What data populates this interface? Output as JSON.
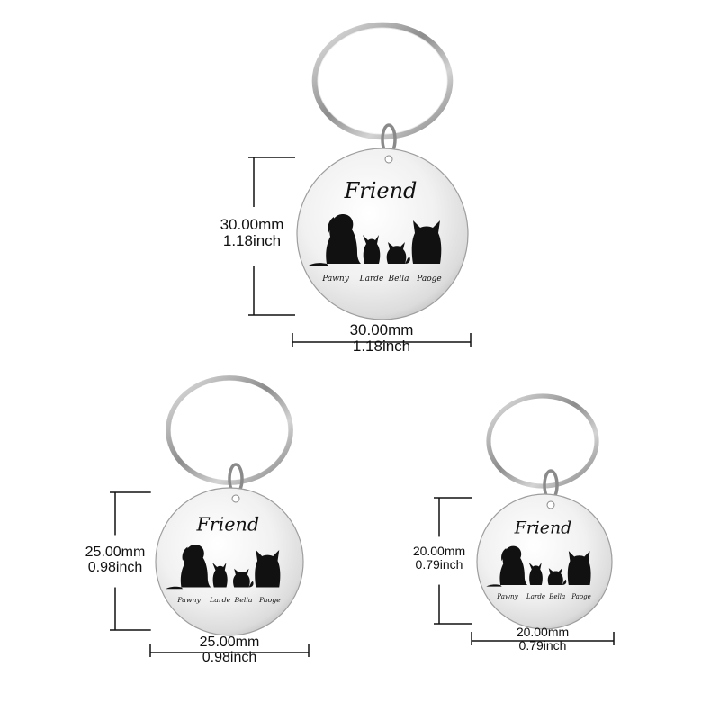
{
  "tags": [
    {
      "id": "large",
      "title": "Friend",
      "pet_names": [
        "Pawny",
        "Larde",
        "Bella",
        "Paoge"
      ],
      "height_mm": "30.00mm",
      "height_inch": "1.18inch",
      "width_mm": "30.00mm",
      "width_inch": "1.18inch"
    },
    {
      "id": "medium",
      "title": "Friend",
      "pet_names": [
        "Pawny",
        "Larde",
        "Bella",
        "Paoge"
      ],
      "height_mm": "25.00mm",
      "height_inch": "0.98inch",
      "width_mm": "25.00mm",
      "width_inch": "0.98inch"
    },
    {
      "id": "small",
      "title": "Friend",
      "pet_names": [
        "Pawny",
        "Larde",
        "Bella",
        "Paoge"
      ],
      "height_mm": "20.00mm",
      "height_inch": "0.79inch",
      "width_mm": "20.00mm",
      "width_inch": "0.79inch"
    }
  ],
  "colors": {
    "background": "#ffffff",
    "metal_light": "#f4f4f4",
    "metal_dark": "#9a9a9a",
    "engraving": "#111111",
    "dimension_line": "#111111"
  }
}
